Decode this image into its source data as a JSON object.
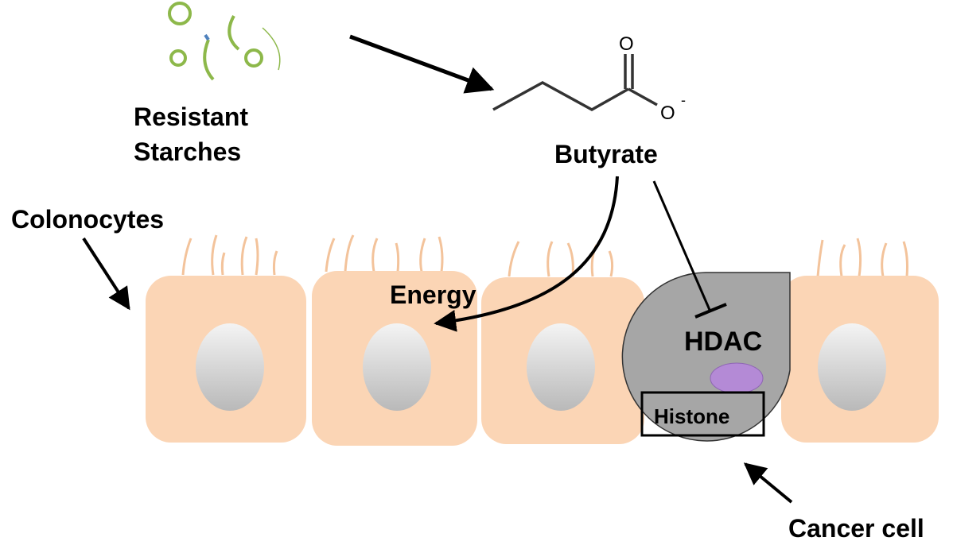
{
  "labels": {
    "starches_line1": "Resistant",
    "starches_line2": "Starches",
    "butyrate": "Butyrate",
    "colonocytes": "Colonocytes",
    "energy": "Energy",
    "hdac": "HDAC",
    "histone": "Histone",
    "cancer_cell": "Cancer cell",
    "oxygen_double": "O",
    "oxygen_single": "O",
    "charge": "-"
  },
  "colors": {
    "cell_fill": "#fbd5b5",
    "microvilli": "#f3c39b",
    "nucleus_light": "#f2f2f2",
    "nucleus_dark": "#bdbdbd",
    "cancer_fill": "#a6a6a6",
    "hdac_fill": "#b48ad6",
    "starch_green": "#8db84a",
    "starch_blue": "#4f81bd"
  }
}
